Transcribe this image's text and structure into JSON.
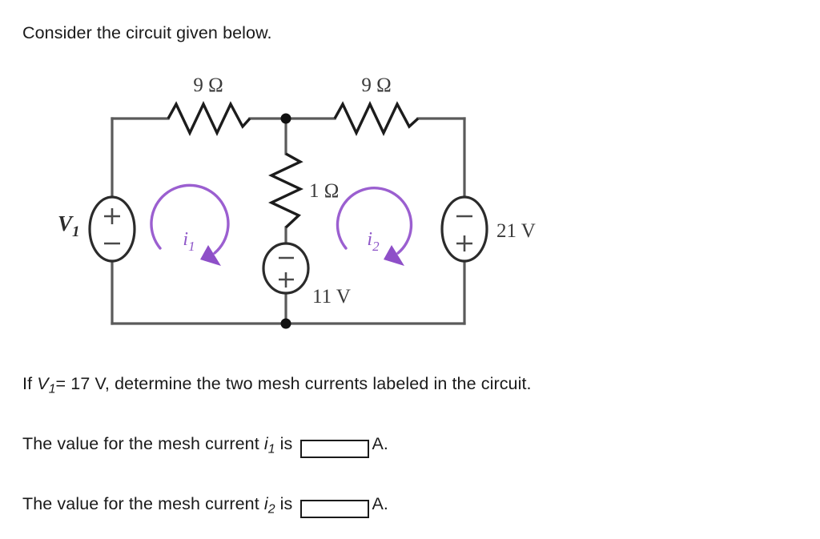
{
  "page": {
    "intro": "Consider the circuit given below.",
    "background_color": "#ffffff",
    "text_color": "#1a1a1a"
  },
  "circuit": {
    "title": "two-mesh resistive circuit",
    "colors": {
      "wire": "#5a5a5a",
      "resistor": "#1c1c1c",
      "source_outline": "#2b2b2b",
      "mesh_arrow": "#9b5fd0",
      "label": "#3a3a3a",
      "node": "#111111"
    },
    "components": {
      "resistor_top_left": {
        "name": "9 ohm resistor top left",
        "value": "9",
        "unit": "Ω",
        "label": "9 Ω",
        "orientation": "horizontal"
      },
      "resistor_top_right": {
        "name": "9 ohm resistor top right",
        "value": "9",
        "unit": "Ω",
        "label": "9 Ω",
        "orientation": "horizontal"
      },
      "resistor_middle": {
        "name": "1 ohm resistor middle branch",
        "value": "1",
        "unit": "Ω",
        "label": "1 Ω",
        "orientation": "vertical"
      },
      "source_left": {
        "name": "voltage source V1",
        "label": "V",
        "subscript": "1",
        "polarity_top": "+",
        "polarity_bottom": "−",
        "position": "left branch"
      },
      "source_middle": {
        "name": "11 volt source",
        "label": "11 V",
        "polarity_top": "−",
        "polarity_bottom": "+",
        "position": "middle branch"
      },
      "source_right": {
        "name": "21 volt source",
        "label": "21 V",
        "polarity_top": "−",
        "polarity_bottom": "+",
        "position": "right branch"
      },
      "mesh_current_left": {
        "name": "mesh current i1",
        "label": "i",
        "subscript": "1",
        "direction": "clockwise"
      },
      "mesh_current_right": {
        "name": "mesh current i2",
        "label": "i",
        "subscript": "2",
        "direction": "clockwise"
      }
    }
  },
  "question": {
    "given_prefix": "If ",
    "given_var": "V",
    "given_var_sub": "1",
    "given_value": "= 17 V, determine the two mesh currents labeled in the circuit.",
    "answer_1": {
      "prefix": "The value for the mesh current ",
      "var": "i",
      "var_sub": "1",
      "middle": " is ",
      "input_value": "",
      "input_placeholder": "",
      "suffix": "A."
    },
    "answer_2": {
      "prefix": "The value for the mesh current ",
      "var": "i",
      "var_sub": "2",
      "middle": " is ",
      "input_value": "",
      "input_placeholder": "",
      "suffix": "A."
    }
  }
}
